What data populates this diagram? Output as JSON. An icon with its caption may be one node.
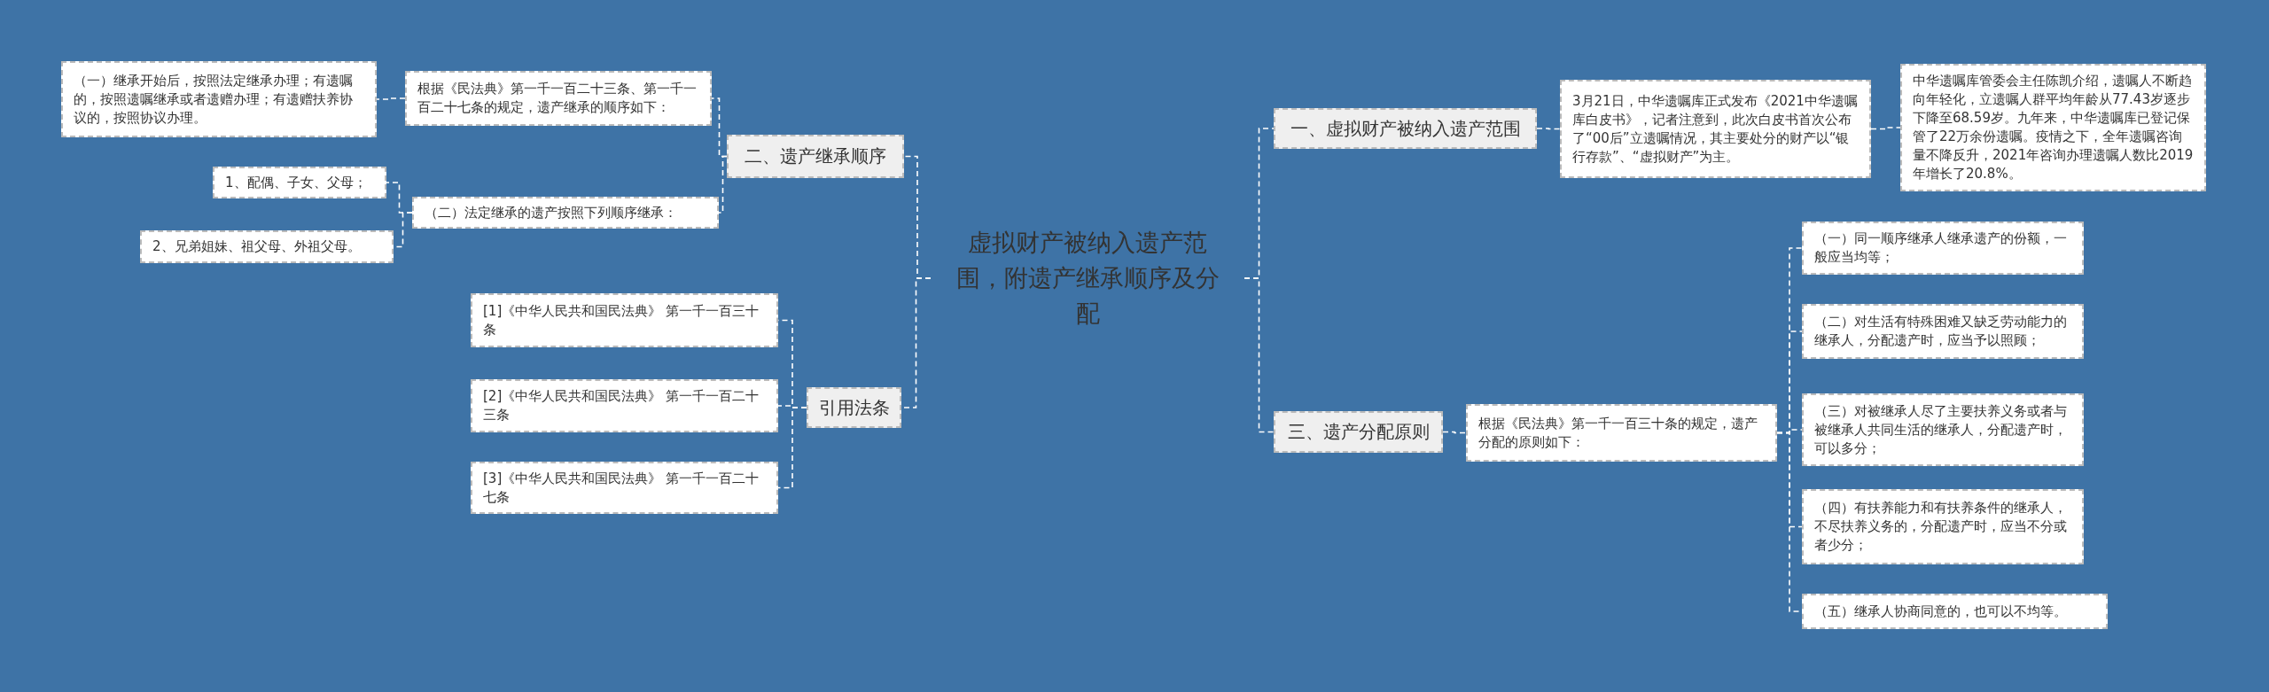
{
  "diagram": {
    "nodes": [
      {
        "text": [
          "虚拟财产被纳入遗产范围，附遗产继承顺序及分配"
        ]
      },
      {
        "text": [
          "二、遗产继承顺序"
        ]
      },
      {
        "text": [
          "根据《民法典》第一千一百二十三条、第一千一百二十七条的规定，遗产继承的顺序如下："
        ]
      },
      {
        "text": [
          "（一）继承开始后，按照法定继承办理；有遗嘱的，按照遗嘱继承或者遗赠办理；有遗赠扶养协议的，按照协议办理。"
        ]
      },
      {
        "text": [
          "（二）法定继承的遗产按照下列顺序继承："
        ]
      },
      {
        "text": [
          "1、配偶、子女、父母；"
        ]
      },
      {
        "text": [
          "2、兄弟姐妹、祖父母、外祖父母。"
        ]
      },
      {
        "text": [
          "引用法条"
        ]
      },
      {
        "text": [
          "[1]《中华人民共和国民法典》 第一千一百三十条"
        ]
      },
      {
        "text": [
          "[2]《中华人民共和国民法典》 第一千一百二十三条"
        ]
      },
      {
        "text": [
          "[3]《中华人民共和国民法典》 第一千一百二十七条"
        ]
      },
      {
        "text": [
          "一、虚拟财产被纳入遗产范围"
        ]
      },
      {
        "text": [
          "3月21日，中华遗嘱库正式发布《2021中华遗嘱库白皮书》，记者注意到，此次白皮书首次公布了“00后”立遗嘱情况，其主要处分的财产以“银行存款”、“虚拟财产”为主。"
        ]
      },
      {
        "text": [
          "中华遗嘱库管委会主任陈凯介绍，遗嘱人不断趋向年轻化，立遗嘱人群平均年龄从77.43岁逐步下降至68.59岁。九年来，中华遗嘱库已登记保管了22万余份遗嘱。疫情之下，全年遗嘱咨询量不降反升，2021年咨询办理遗嘱人数比2019年增长了20.8%。"
        ]
      },
      {
        "text": [
          "三、遗产分配原则"
        ]
      },
      {
        "text": [
          "根据《民法典》第一千一百三十条的规定，遗产分配的原则如下："
        ]
      },
      {
        "text": [
          "（一）同一顺序继承人继承遗产的份额，一般应当均等；"
        ]
      },
      {
        "text": [
          "（二）对生活有特殊困难又缺乏劳动能力的继承人，分配遗产时，应当予以照顾；"
        ]
      },
      {
        "text": [
          "（三）对被继承人尽了主要扶养义务或者与被继承人共同生活的继承人，分配遗产时，可以多分；"
        ]
      },
      {
        "text": [
          "（四）有扶养能力和有扶养条件的继承人，不尽扶养义务的，分配遗产时，应当不分或者少分；"
        ]
      },
      {
        "text": [
          "（五）继承人协商同意的，也可以不均等。"
        ]
      }
    ],
    "edges": [
      {
        "from": 0,
        "to": 1,
        "arrow": "none"
      },
      {
        "from": 1,
        "to": 2,
        "arrow": "none"
      },
      {
        "from": 2,
        "to": 3,
        "arrow": "none"
      },
      {
        "from": 1,
        "to": 4,
        "arrow": "none"
      },
      {
        "from": 4,
        "to": 5,
        "arrow": "none"
      },
      {
        "from": 4,
        "to": 6,
        "arrow": "none"
      },
      {
        "from": 0,
        "to": 7,
        "arrow": "none"
      },
      {
        "from": 7,
        "to": 8,
        "arrow": "none"
      },
      {
        "from": 7,
        "to": 9,
        "arrow": "none"
      },
      {
        "from": 7,
        "to": 10,
        "arrow": "none"
      },
      {
        "from": 0,
        "to": 11,
        "arrow": "none"
      },
      {
        "from": 11,
        "to": 12,
        "arrow": "none"
      },
      {
        "from": 12,
        "to": 13,
        "arrow": "none"
      },
      {
        "from": 0,
        "to": 14,
        "arrow": "none"
      },
      {
        "from": 14,
        "to": 15,
        "arrow": "none"
      },
      {
        "from": 15,
        "to": 16,
        "arrow": "none"
      },
      {
        "from": 15,
        "to": 17,
        "arrow": "none"
      },
      {
        "from": 15,
        "to": 18,
        "arrow": "none"
      },
      {
        "from": 15,
        "to": 19,
        "arrow": "none"
      },
      {
        "from": 15,
        "to": 20,
        "arrow": "none"
      }
    ]
  }
}
